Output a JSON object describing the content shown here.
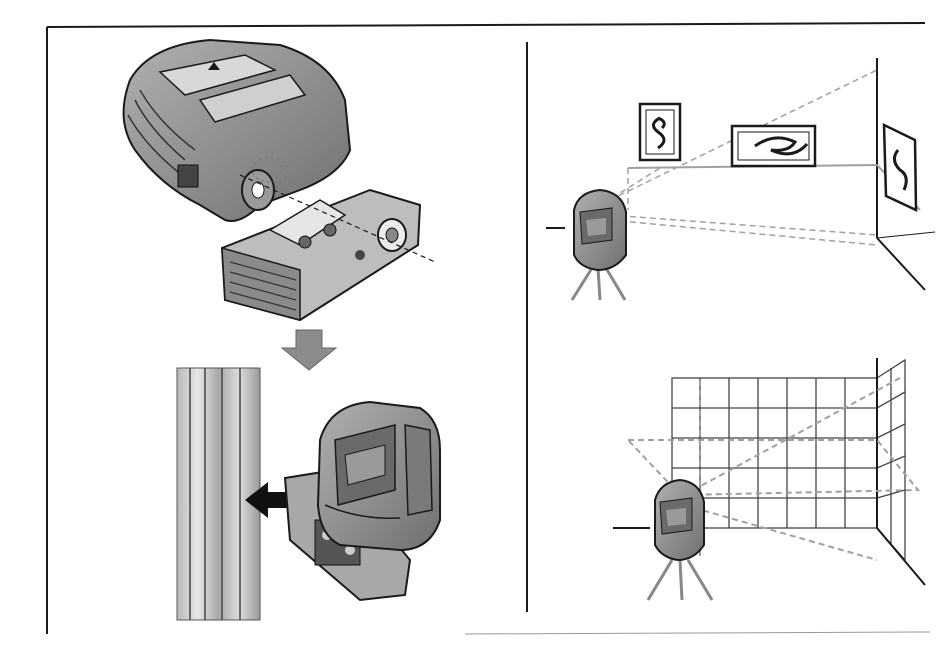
{
  "figure": {
    "panels": [
      {
        "id": "mount-on-holder",
        "content": "laser-level-attached-to-mounting-holder"
      },
      {
        "id": "clamp-to-rail",
        "content": "laser-level-on-holder-clamped-to-rail"
      },
      {
        "id": "hang-pictures",
        "content": "laser-level-on-tripod-projecting-lines-for-pictures"
      },
      {
        "id": "tile-wall",
        "content": "laser-level-on-tripod-projecting-crossline-on-tiled-wall"
      }
    ],
    "colors": {
      "device-body": "#8c8c8c",
      "device-dark": "#555555",
      "device-light": "#c4c4c4",
      "laser-line": "#a0a0a0",
      "line-art": "#1a1a1a"
    }
  }
}
